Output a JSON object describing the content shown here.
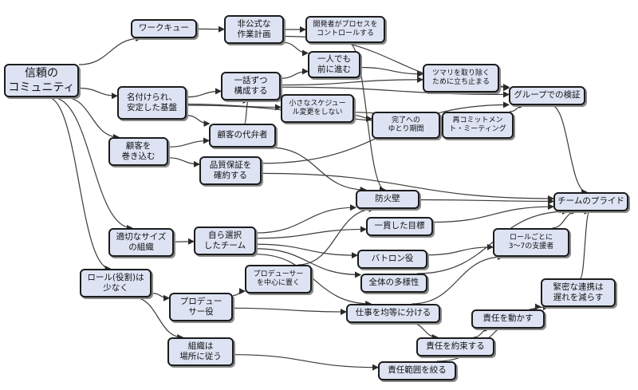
{
  "nodes": {
    "trust": "信頼の\nコミュニティ",
    "workqueue": "ワークキュー",
    "informal": "非公式な\n作業計画",
    "devcontrol": "開発者がプロセスを\nコントロールする",
    "alone": "一人でも\n前に進む",
    "stuck": "ツマリを取り除く\nために立ち止まる",
    "named": "名付けられ、\n安定した基盤",
    "piecemeal": "一話ずつ\n構成する",
    "smallsched": "小さなスケジュー\nル変更をしない",
    "groupcheck": "グループでの検証",
    "completion": "完了への\nゆとり期間",
    "recommit": "再コミットメン\nト・ミーティング",
    "engage": "顧客を\n巻き込む",
    "advocate": "顧客の代弁者",
    "qa": "品質保証を\n確約する",
    "firewall": "防火壁",
    "pride": "チームのプライド",
    "consistent": "一貫した目標",
    "rightsize": "適切なサイズ\nの組織",
    "selfselect": "自ら選択\nしたチーム",
    "baton": "バトロン役",
    "rolesupport": "ロールごとに\n3～7の支援者",
    "diversity": "全体の多様性",
    "fewroles": "ロール(役割)は\n少なく",
    "producercenter": "プロデューサー\nを中心に置く",
    "producer": "プロデュー\nサー役",
    "divide": "仕事を均等に分ける",
    "tight": "緊密な連携は\n遅れを減らす",
    "moveresp": "責任を動かす",
    "orgloc": "組織は\n場所に従う",
    "promise": "責任を約束する",
    "narrow": "責任範囲を絞る"
  },
  "edges": [
    [
      "trust",
      "workqueue"
    ],
    [
      "trust",
      "named"
    ],
    [
      "trust",
      "engage"
    ],
    [
      "trust",
      "rightsize"
    ],
    [
      "trust",
      "fewroles"
    ],
    [
      "workqueue",
      "informal"
    ],
    [
      "informal",
      "devcontrol"
    ],
    [
      "informal",
      "alone"
    ],
    [
      "informal",
      "groupcheck"
    ],
    [
      "devcontrol",
      "firewall"
    ],
    [
      "alone",
      "stuck"
    ],
    [
      "stuck",
      "groupcheck"
    ],
    [
      "named",
      "piecemeal"
    ],
    [
      "named",
      "smallsched"
    ],
    [
      "named",
      "advocate"
    ],
    [
      "named",
      "recommit"
    ],
    [
      "piecemeal",
      "alone"
    ],
    [
      "piecemeal",
      "stuck"
    ],
    [
      "piecemeal",
      "groupcheck"
    ],
    [
      "smallsched",
      "completion"
    ],
    [
      "smallsched",
      "recommit"
    ],
    [
      "completion",
      "recommit"
    ],
    [
      "recommit",
      "groupcheck"
    ],
    [
      "groupcheck",
      "pride"
    ],
    [
      "engage",
      "advocate"
    ],
    [
      "engage",
      "qa"
    ],
    [
      "advocate",
      "piecemeal"
    ],
    [
      "advocate",
      "firewall"
    ],
    [
      "qa",
      "groupcheck"
    ],
    [
      "qa",
      "pride"
    ],
    [
      "firewall",
      "pride"
    ],
    [
      "consistent",
      "pride"
    ],
    [
      "rightsize",
      "selfselect"
    ],
    [
      "selfselect",
      "firewall"
    ],
    [
      "selfselect",
      "consistent"
    ],
    [
      "selfselect",
      "baton"
    ],
    [
      "selfselect",
      "diversity"
    ],
    [
      "selfselect",
      "divide"
    ],
    [
      "baton",
      "rolesupport"
    ],
    [
      "diversity",
      "pride"
    ],
    [
      "rolesupport",
      "pride"
    ],
    [
      "fewroles",
      "producer"
    ],
    [
      "fewroles",
      "orgloc"
    ],
    [
      "producer",
      "producercenter"
    ],
    [
      "producer",
      "divide"
    ],
    [
      "producercenter",
      "firewall"
    ],
    [
      "divide",
      "rolesupport"
    ],
    [
      "divide",
      "promise"
    ],
    [
      "promise",
      "moveresp"
    ],
    [
      "moveresp",
      "tight"
    ],
    [
      "tight",
      "pride"
    ],
    [
      "orgloc",
      "narrow"
    ],
    [
      "narrow",
      "tight"
    ]
  ]
}
